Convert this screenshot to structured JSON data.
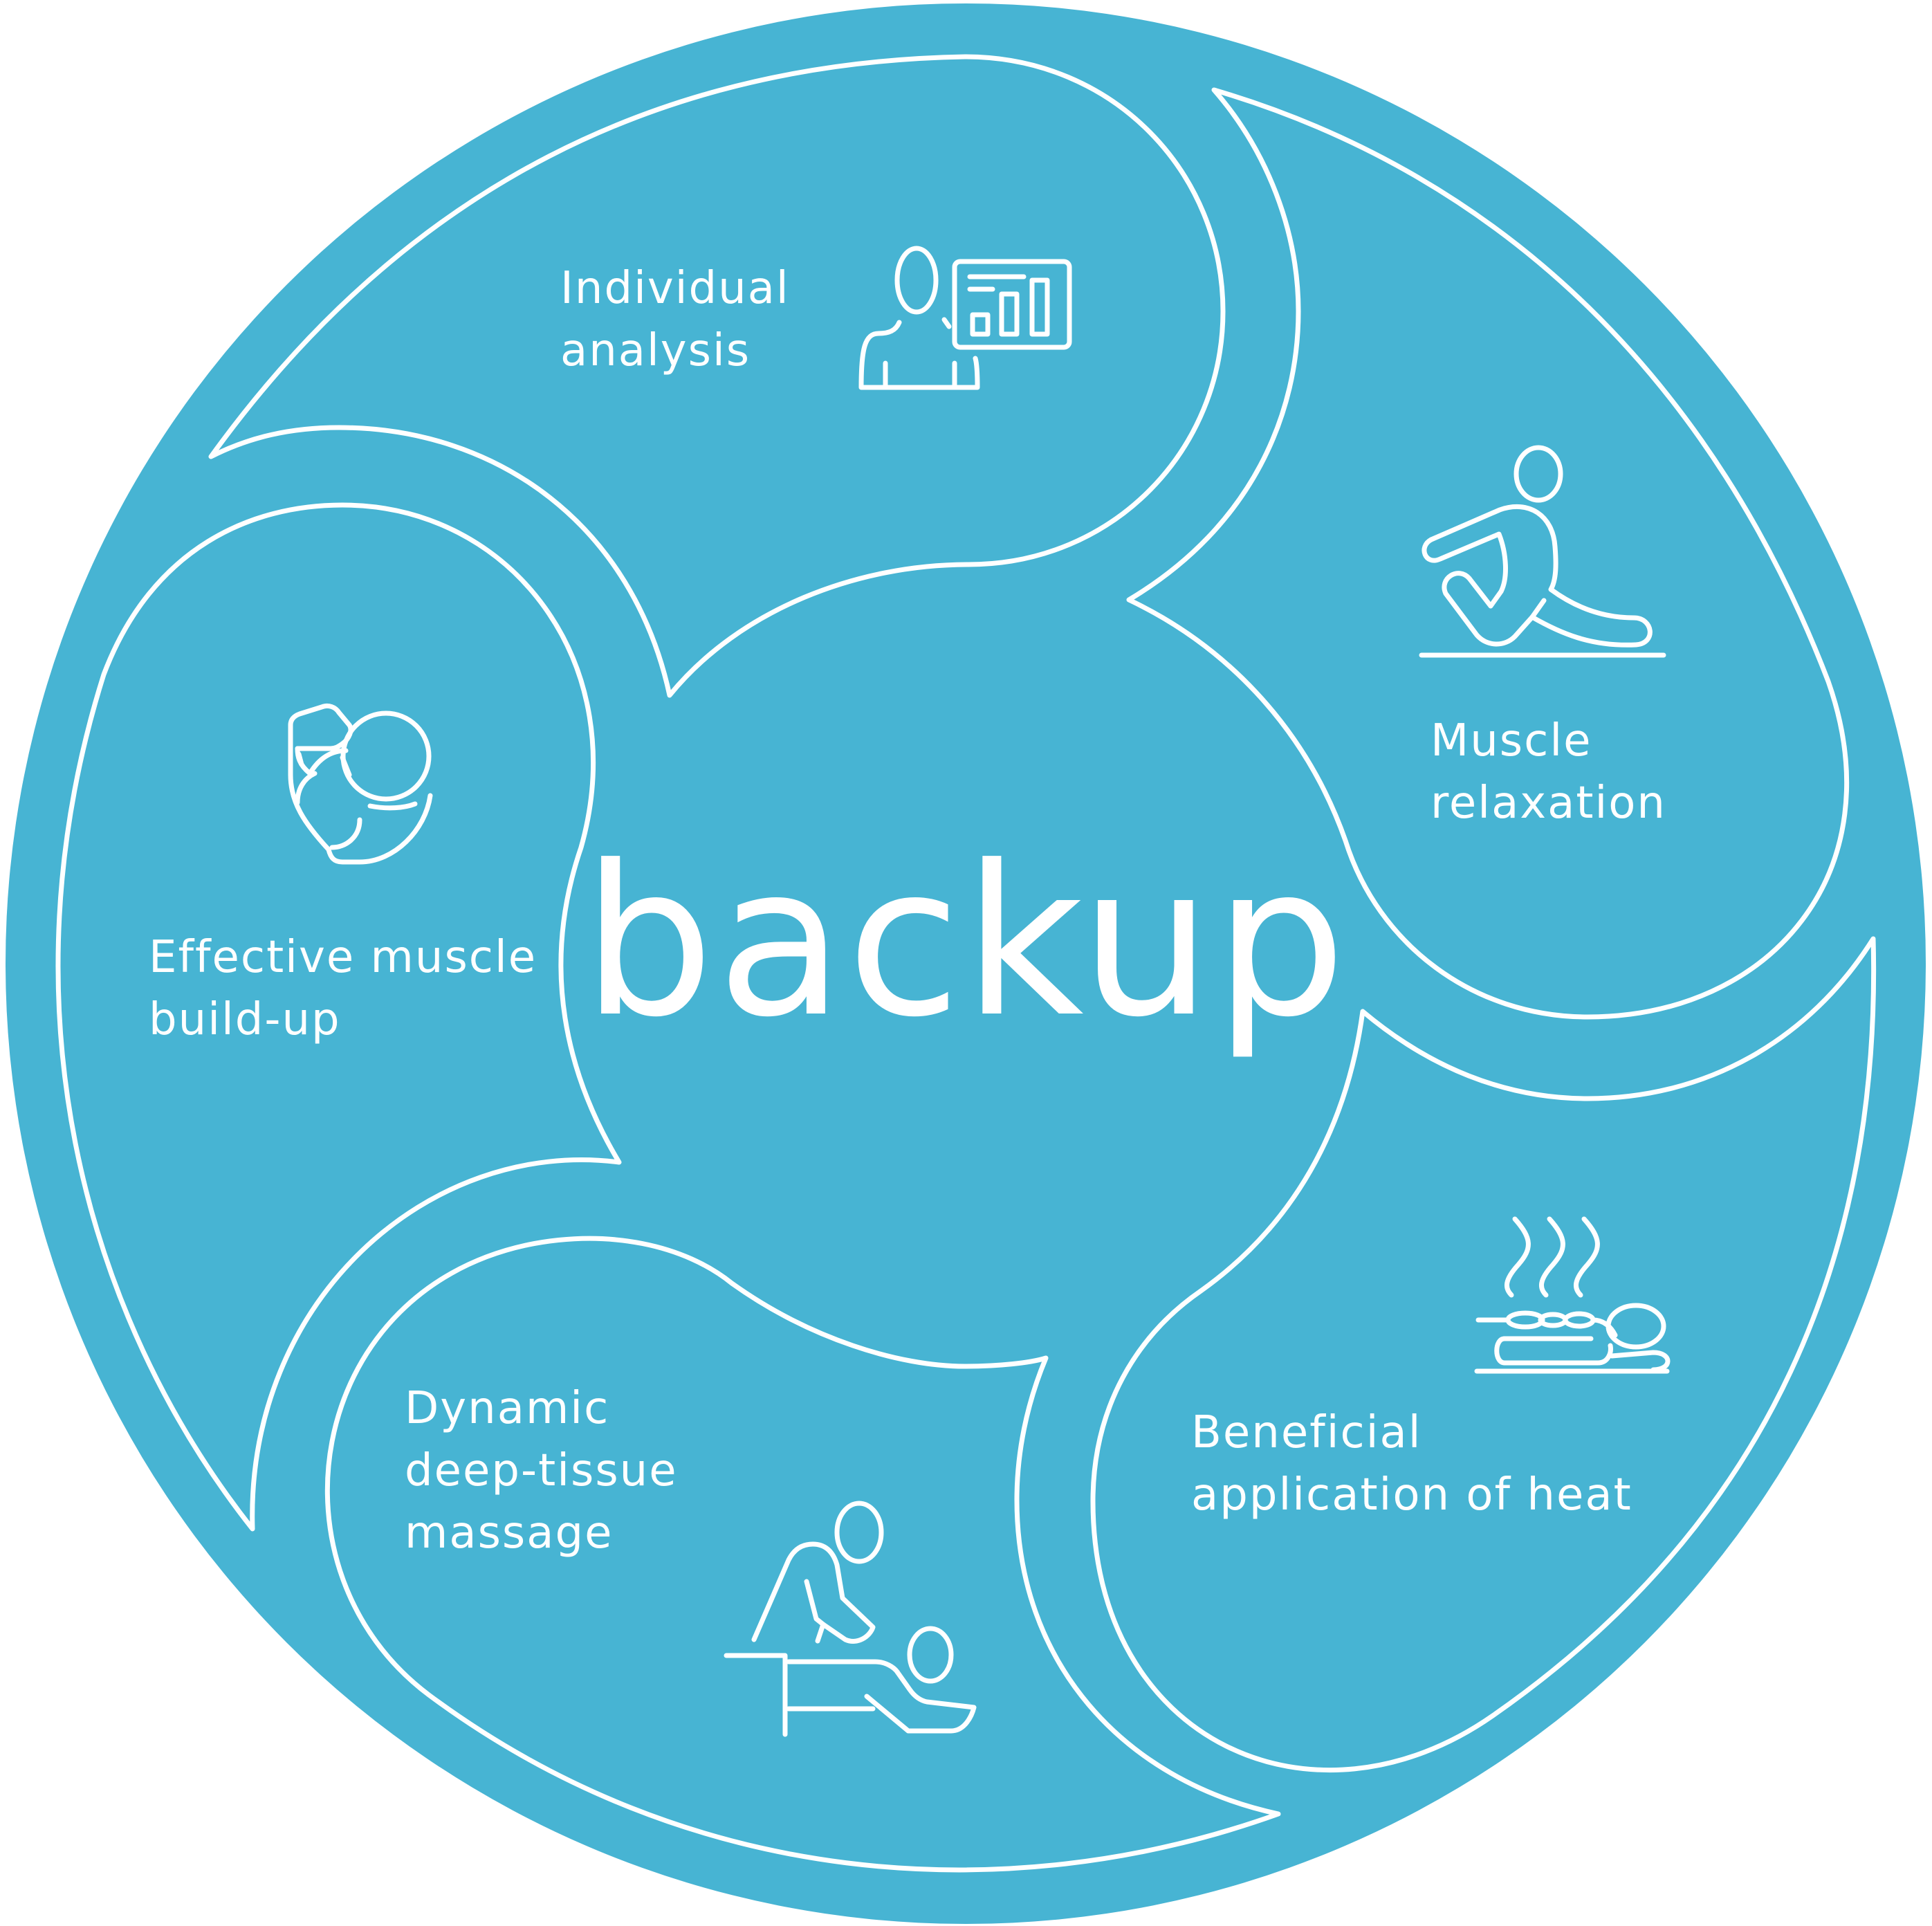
{
  "title": "backup",
  "colors": {
    "background": "#47B4D3",
    "foreground": "#FFFFFF"
  },
  "segments": [
    {
      "lines": [
        "Individual",
        "analysis"
      ],
      "icon": "person-chart-icon"
    },
    {
      "lines": [
        "Muscle",
        "relaxation"
      ],
      "icon": "stretching-person-icon"
    },
    {
      "lines": [
        "Beneficial",
        "application of heat"
      ],
      "icon": "hot-stone-therapy-icon"
    },
    {
      "lines": [
        "Dynamic",
        "deep-tissue",
        "massage"
      ],
      "icon": "massage-icon"
    },
    {
      "lines": [
        "Effective muscle",
        "build-up"
      ],
      "icon": "flexed-arm-icon"
    }
  ]
}
